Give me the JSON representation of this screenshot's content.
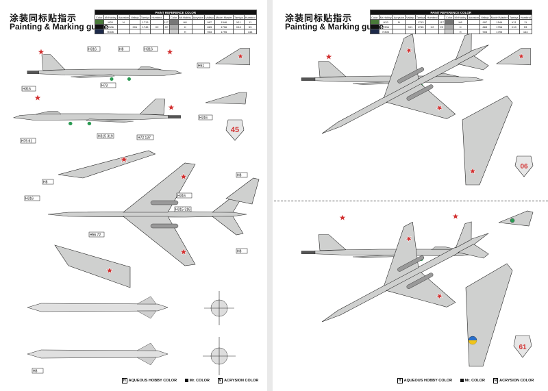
{
  "pages": [
    {
      "title_cn": "涂装同标贴指示",
      "title_en": "Painting & Marking guide",
      "color_table": {
        "caption": "PAINT REFERENCE COLOR",
        "headers": [
          "Color",
          "Mr.Hobby",
          "Acrysion",
          "Vallejo",
          "Tamiya",
          "Humbrol",
          "Color",
          "Mr.Hobby",
          "Acrysion",
          "Vallejo",
          "Model Master",
          "Tamiya",
          "Humbrol"
        ],
        "rows": [
          [
            "",
            "H20",
            "N",
            "",
            "1713",
            "",
            "117",
            "",
            "H8",
            "",
            "997",
            "1546",
            "X11",
            "11"
          ],
          [
            "",
            "H306",
            "",
            "991",
            "1745",
            "X2",
            "22",
            "",
            "H",
            "",
            "863",
            "1796",
            "X10",
            "53"
          ],
          [
            "",
            "H305",
            "",
            "",
            "",
            "",
            "",
            "",
            "H",
            "",
            "903",
            "1795",
            "",
            "144"
          ]
        ]
      },
      "legend": {
        "aqueous": "AQUEOUS HOBBY COLOR",
        "mr": "Mr. COLOR",
        "acrysion": "ACRYSION COLOR",
        "box_h": "H",
        "box_n": "N"
      },
      "badges": [
        {
          "text": "H316",
          "id": "p1b1"
        },
        {
          "text": "H8",
          "id": "p1b2"
        },
        {
          "text": "H316",
          "id": "p1b3"
        },
        {
          "text": "H73",
          "id": "p1b4"
        },
        {
          "text": "H61",
          "id": "p1b5"
        },
        {
          "text": "H316",
          "id": "p1b6"
        },
        {
          "text": "H316",
          "id": "p1b7"
        },
        {
          "text": "H76 61",
          "id": "p1b8"
        },
        {
          "text": "H315 319",
          "id": "p1b9"
        },
        {
          "text": "H72 137",
          "id": "p1b10"
        },
        {
          "text": "H316",
          "id": "p1b11"
        },
        {
          "text": "H316",
          "id": "p1b12"
        },
        {
          "text": "H8",
          "id": "p1b13"
        },
        {
          "text": "H8",
          "id": "p1b14"
        },
        {
          "text": "H315 316",
          "id": "p1b15"
        },
        {
          "text": "H56 72",
          "id": "p1b16"
        },
        {
          "text": "H8",
          "id": "p1b17"
        },
        {
          "text": "H8",
          "id": "p1b18"
        }
      ],
      "tail_number": "45"
    },
    {
      "title_cn": "涂装同标贴指示",
      "title_en": "Painting & Marking guide",
      "tail_number_top": "06",
      "tail_number_bottom": "61"
    }
  ],
  "colors": {
    "aircraft": "#cfd0cf",
    "aircraft_dark": "#a9aaa9",
    "outline": "#222222",
    "star": "#d23030",
    "cockpit": "#3a3a3a",
    "intake": "#2a9a52"
  }
}
